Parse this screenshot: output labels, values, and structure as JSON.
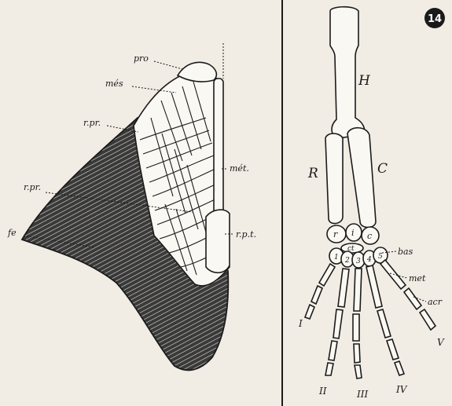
{
  "figure_number": "14",
  "left_panel": {
    "labels": {
      "pro": "pro",
      "mes": "més",
      "rpr_upper": "r.pr.",
      "met": "mét.",
      "rpr_lower": "r.pr.",
      "rpt": "r.p.t.",
      "fe": "fe"
    }
  },
  "right_panel": {
    "labels": {
      "H": "H",
      "R": "R",
      "C": "C",
      "r": "r",
      "i": "i",
      "c": "c",
      "ct": "ct",
      "bas": "bas",
      "met": "met",
      "acr": "acr",
      "carpal_1": "1",
      "carpal_2": "2",
      "carpal_3": "3",
      "carpal_4": "4",
      "carpal_5": "5",
      "digit_I": "I",
      "digit_II": "II",
      "digit_III": "III",
      "digit_IV": "IV",
      "digit_V": "V"
    }
  }
}
